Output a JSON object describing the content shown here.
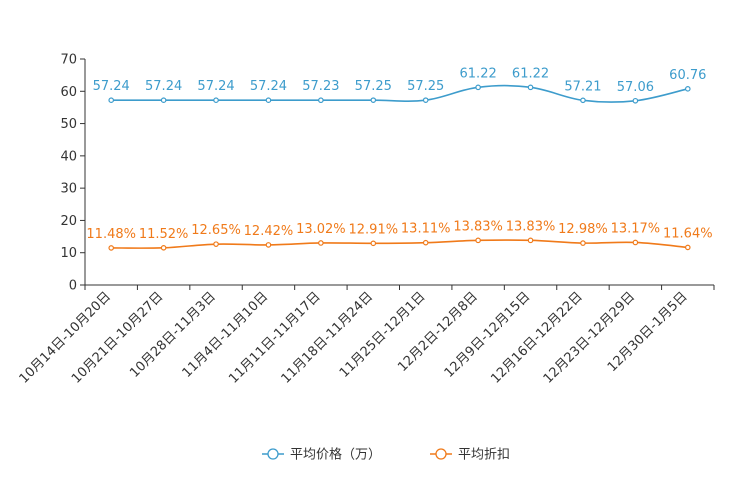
{
  "chart_data": {
    "type": "line",
    "categories": [
      "10月14日-10月20日",
      "10月21日-10月27日",
      "10月28日-11月3日",
      "11月4日-11月10日",
      "11月11日-11月17日",
      "11月18日-11月24日",
      "11月25日-12月1日",
      "12月2日-12月8日",
      "12月9日-12月15日",
      "12月16日-12月22日",
      "12月23日-12月29日",
      "12月30日-1月5日"
    ],
    "series": [
      {
        "name": "平均价格（万）",
        "color": "#3d9ccc",
        "values": [
          57.24,
          57.24,
          57.24,
          57.24,
          57.23,
          57.25,
          57.25,
          61.22,
          61.22,
          57.21,
          57.06,
          60.76
        ],
        "labels": [
          "57.24",
          "57.24",
          "57.24",
          "57.24",
          "57.23",
          "57.25",
          "57.25",
          "61.22",
          "61.22",
          "57.21",
          "57.06",
          "60.76"
        ]
      },
      {
        "name": "平均折扣",
        "color": "#f07a1a",
        "values": [
          11.48,
          11.52,
          12.65,
          12.42,
          13.02,
          12.91,
          13.11,
          13.83,
          13.83,
          12.98,
          13.17,
          11.64
        ],
        "labels": [
          "11.48%",
          "11.52%",
          "12.65%",
          "12.42%",
          "13.02%",
          "12.91%",
          "13.11%",
          "13.83%",
          "13.83%",
          "12.98%",
          "13.17%",
          "11.64%"
        ]
      }
    ],
    "yticks": [
      "0",
      "10",
      "20",
      "30",
      "40",
      "50",
      "60",
      "70"
    ],
    "ylim": [
      0,
      70
    ],
    "grid": false,
    "legend_position": "bottom-center"
  }
}
